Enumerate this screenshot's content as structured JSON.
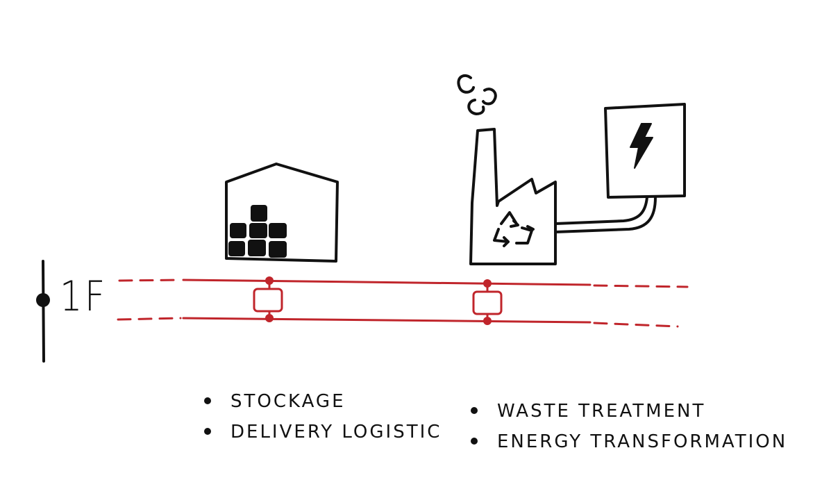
{
  "floor": {
    "label": "1F"
  },
  "legend": {
    "left": [
      {
        "text": "STOCKAGE"
      },
      {
        "text": "DELIVERY LOGISTIC"
      }
    ],
    "right": [
      {
        "text": "WASTE TREATMENT"
      },
      {
        "text": "ENERGY TRANSFORMATION"
      }
    ]
  },
  "icons": {
    "warehouse": "warehouse-icon",
    "factory": "factory-icon",
    "recycle": "recycle-icon",
    "battery": "battery-icon",
    "lightning": "lightning-icon",
    "smoke": "smoke-icon"
  },
  "colors": {
    "ink": "#111111",
    "conveyor": "#c0252b"
  }
}
